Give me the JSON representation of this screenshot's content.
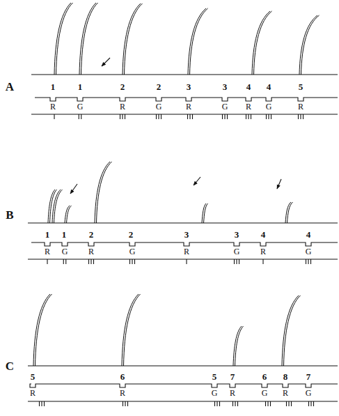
{
  "diagram": {
    "labels": [
      "A",
      "1",
      "1",
      "2",
      "2",
      "3",
      "3",
      "4",
      "4",
      "5",
      "R",
      "G",
      "R",
      "G",
      "R",
      "G",
      "R",
      "G",
      "R",
      "B",
      "1",
      "1",
      "2",
      "2",
      "3",
      "3",
      "4",
      "4",
      "R",
      "G",
      "R",
      "G",
      "R",
      "G",
      "R",
      "G",
      "C",
      "5",
      "6",
      "5",
      "7",
      "6",
      "8",
      "7",
      "R",
      "R",
      "G",
      "R",
      "G",
      "R",
      "G"
    ]
  }
}
